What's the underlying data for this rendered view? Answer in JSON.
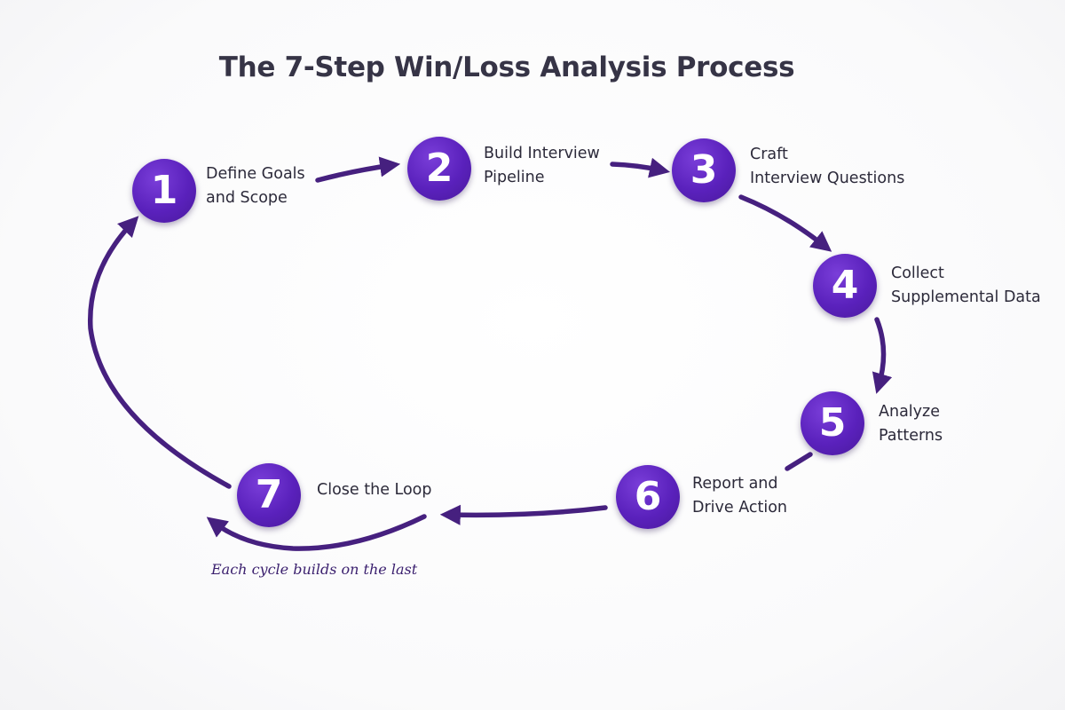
{
  "title": "The 7-Step Win/Loss Analysis Process",
  "colors": {
    "node_fill": "#5a21bc",
    "arrow": "#46207f",
    "label_text": "#2c2a3a",
    "note_text": "#3a1f6e"
  },
  "steps": [
    {
      "number": "1",
      "line1": "Define Goals",
      "line2": "and Scope"
    },
    {
      "number": "2",
      "line1": "Build Interview",
      "line2": "Pipeline"
    },
    {
      "number": "3",
      "line1": "Craft",
      "line2": "Interview Questions"
    },
    {
      "number": "4",
      "line1": "Collect",
      "line2": "Supplemental Data"
    },
    {
      "number": "5",
      "line1": "Analyze",
      "line2": "Patterns"
    },
    {
      "number": "6",
      "line1": "Report and",
      "line2": "Drive Action"
    },
    {
      "number": "7",
      "line1": "Close the Loop",
      "line2": ""
    }
  ],
  "note": "Each cycle builds on the last"
}
